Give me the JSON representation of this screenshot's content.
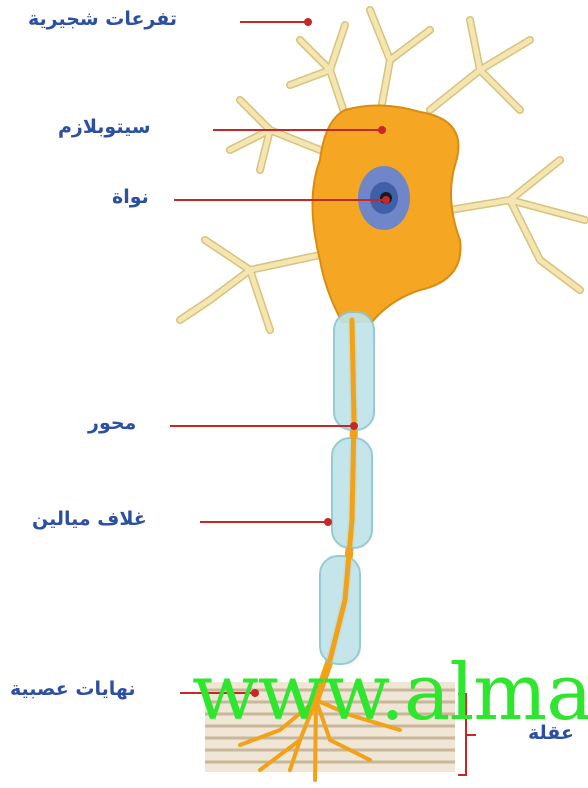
{
  "labels": {
    "dendrites": "تفرعات شجيرية",
    "cytoplasm": "سيتوبلازم",
    "nucleus": "نواة",
    "axon": "محور",
    "myelin": "غلاف ميالين",
    "terminals": "نهايات عصبية",
    "muscle": "عقلة"
  },
  "watermark": "www.alma",
  "colors": {
    "cell_body": "#f5a623",
    "dendrite": "#f3e2a6",
    "nucleus": "#6f86c8",
    "myelin": "#bfe3e8",
    "pointer": "#c62828",
    "label": "#2d4fa0",
    "watermark": "#2ee62e"
  }
}
